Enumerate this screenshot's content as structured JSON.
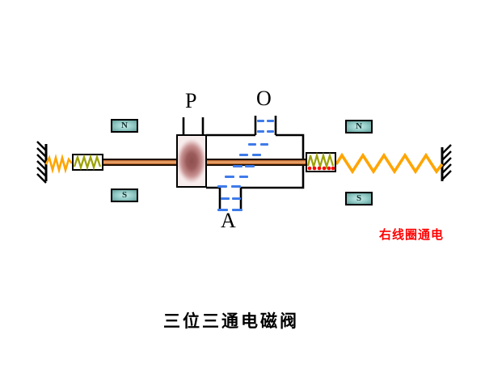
{
  "title": "三位三通电磁阀",
  "status": {
    "label": "右线圈通电",
    "color": "#FF0000"
  },
  "ports": {
    "p": "P",
    "o": "O",
    "a": "A"
  },
  "magnets": {
    "left_top": "N",
    "left_bottom": "S",
    "right_top": "N",
    "right_bottom": "S"
  },
  "colors": {
    "spring_orange": "#FFA500",
    "coil_olive": "#9BA005",
    "rod_copper": "#C56A2B",
    "flow_blue": "#3E7BEA",
    "energized_dot_red": "#FF0000",
    "magnet_teal": "#8EC7C3",
    "spool_maroon": "#9A5656"
  }
}
